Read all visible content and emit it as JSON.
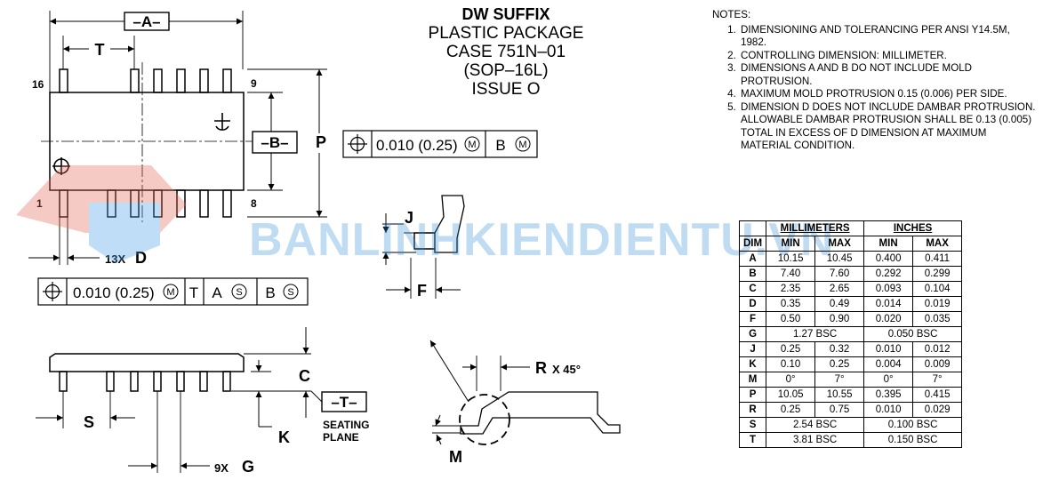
{
  "title": {
    "suffix": "DW SUFFIX",
    "line2": "PLASTIC PACKAGE",
    "line3": "CASE 751N–01",
    "line4": "(SOP–16L)",
    "line5": "ISSUE O"
  },
  "notes": {
    "heading": "NOTES:",
    "items": [
      "DIMENSIONING AND TOLERANCING PER ANSI Y14.5M, 1982.",
      "CONTROLLING DIMENSION: MILLIMETER.",
      "DIMENSIONS A AND B DO NOT INCLUDE MOLD PROTRUSION.",
      "MAXIMUM MOLD PROTRUSION 0.15 (0.006) PER SIDE.",
      "DIMENSION D DOES NOT INCLUDE DAMBAR PROTRUSION. ALLOWABLE DAMBAR PROTRUSION SHALL BE 0.13 (0.005) TOTAL IN EXCESS OF D DIMENSION AT MAXIMUM MATERIAL CONDITION."
    ]
  },
  "labels": {
    "datum_a": "–A–",
    "datum_b": "–B–",
    "datum_t": "–T–",
    "t": "T",
    "p": "P",
    "pin16": "16",
    "pin9": "9",
    "pin1": "1",
    "pin8": "8",
    "d_count": "13X",
    "d": "D",
    "c": "C",
    "s": "S",
    "k": "K",
    "g_count": "9X",
    "g": "G",
    "j": "J",
    "f": "F",
    "r": "R",
    "r_angle": "X 45°",
    "m": "M",
    "seating1": "SEATING",
    "seating2": "PLANE"
  },
  "fcf_b": {
    "value": "0.010 (0.25)",
    "mod1": "M",
    "datum": "B",
    "mod2": "M"
  },
  "fcf_d": {
    "value": "0.010 (0.25)",
    "mod1": "M",
    "datum1": "T",
    "datum2": "A",
    "mod2": "S",
    "datum3": "B",
    "mod3": "S"
  },
  "watermark": "BANLINHKIENDIENTU.VN",
  "table": {
    "dim_header": "DIM",
    "mm_header": "MILLIMETERS",
    "in_header": "INCHES",
    "min": "MIN",
    "max": "MAX",
    "rows": [
      [
        "A",
        "10.15",
        "10.45",
        "0.400",
        "0.411"
      ],
      [
        "B",
        "7.40",
        "7.60",
        "0.292",
        "0.299"
      ],
      [
        "C",
        "2.35",
        "2.65",
        "0.093",
        "0.104"
      ],
      [
        "D",
        "0.35",
        "0.49",
        "0.014",
        "0.019"
      ],
      [
        "F",
        "0.50",
        "0.90",
        "0.020",
        "0.035"
      ],
      [
        "G",
        "1.27 BSC",
        null,
        "0.050 BSC",
        null
      ],
      [
        "J",
        "0.25",
        "0.32",
        "0.010",
        "0.012"
      ],
      [
        "K",
        "0.10",
        "0.25",
        "0.004",
        "0.009"
      ],
      [
        "M",
        "0°",
        "7°",
        "0°",
        "7°"
      ],
      [
        "P",
        "10.05",
        "10.55",
        "0.395",
        "0.415"
      ],
      [
        "R",
        "0.25",
        "0.75",
        "0.010",
        "0.029"
      ],
      [
        "S",
        "2.54 BSC",
        null,
        "0.100 BSC",
        null
      ],
      [
        "T",
        "3.81 BSC",
        null,
        "0.150 BSC",
        null
      ]
    ]
  }
}
